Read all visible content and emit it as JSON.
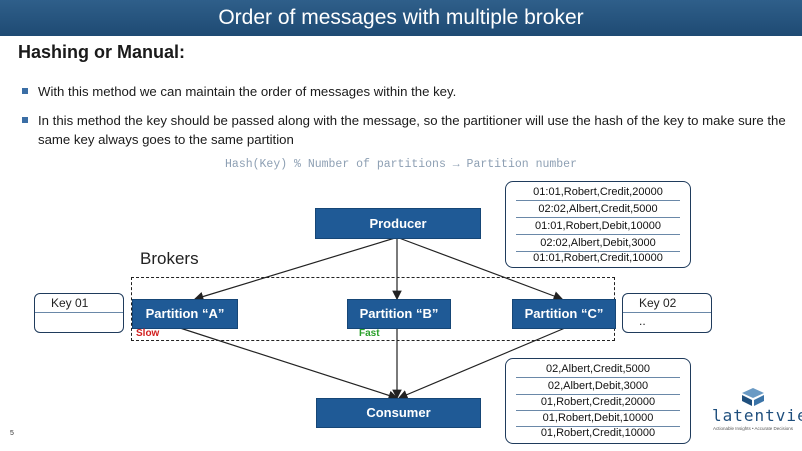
{
  "header": {
    "title": "Order of messages with multiple broker"
  },
  "section_title": "Hashing or Manual:",
  "bullets": [
    "With this method we can maintain the order of messages within the key.",
    "In this method the key should be passed along with the message, so the partitioner will use the hash of the key to make sure the same key always goes to the same partition"
  ],
  "formula": "Hash(Key) % Number of partitions → Partition number",
  "diagram": {
    "producer": "Producer",
    "consumer": "Consumer",
    "brokers_label": "Brokers",
    "partitions": [
      {
        "label": "Partition “A”",
        "speed": "Slow",
        "speed_color": "#d11f1f"
      },
      {
        "label": "Partition “B”",
        "speed": "Fast",
        "speed_color": "#2aa02a"
      },
      {
        "label": "Partition “C”"
      }
    ],
    "key_left": {
      "line1": "Key 01",
      "line2": ""
    },
    "key_right": {
      "line1": "Key 02",
      "line2": ".."
    },
    "input_messages": [
      "01:01,Robert,Credit,20000",
      "02:02,Albert,Credit,5000",
      "01:01,Robert,Debit,10000",
      "02:02,Albert,Debit,3000",
      "01:01,Robert,Credit,10000"
    ],
    "output_messages": [
      "02,Albert,Credit,5000",
      "02,Albert,Debit,3000",
      "01,Robert,Credit,20000",
      "01,Robert,Debit,10000",
      "01,Robert,Credit,10000"
    ]
  },
  "footer": {
    "page_number": "5",
    "logo_text": "latentview",
    "logo_tagline": "Actionable Insights • Accurate Decisions"
  },
  "colors": {
    "header": "#1e4a73",
    "box_fill": "#1f5a96",
    "bullet": "#3b6ea5"
  }
}
